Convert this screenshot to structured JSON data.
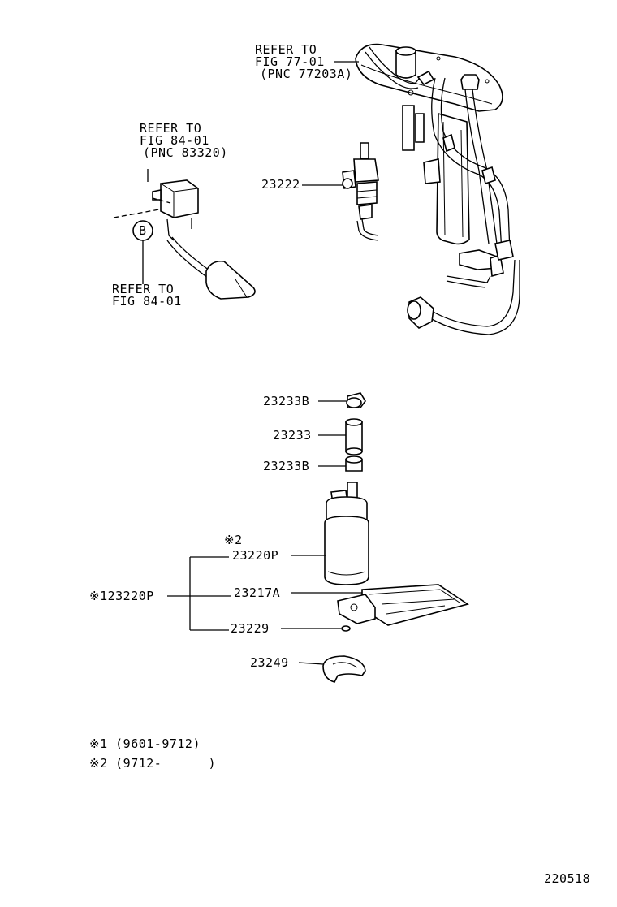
{
  "refs": {
    "fig77": [
      "REFER TO",
      "FIG 77-01",
      "(PNC 77203A)"
    ],
    "fig84_pnc": [
      "REFER TO",
      "FIG 84-01",
      "(PNC 83320)"
    ],
    "fig84": [
      "REFER TO",
      "FIG 84-01"
    ],
    "circle_b": "B"
  },
  "parts": {
    "p23222": "23222",
    "p23233B_top": "23233B",
    "p23233": "23233",
    "p23233B_bottom": "23233B",
    "note2_mark": "※2",
    "p23220P": "23220P",
    "p123220P": "※123220P",
    "p23217A": "23217A",
    "p23229": "23229",
    "p23249": "23249"
  },
  "legend": {
    "note1": "※1 (9601-9712)",
    "note2": "※2 (9712-      )"
  },
  "figure_id": "220518"
}
